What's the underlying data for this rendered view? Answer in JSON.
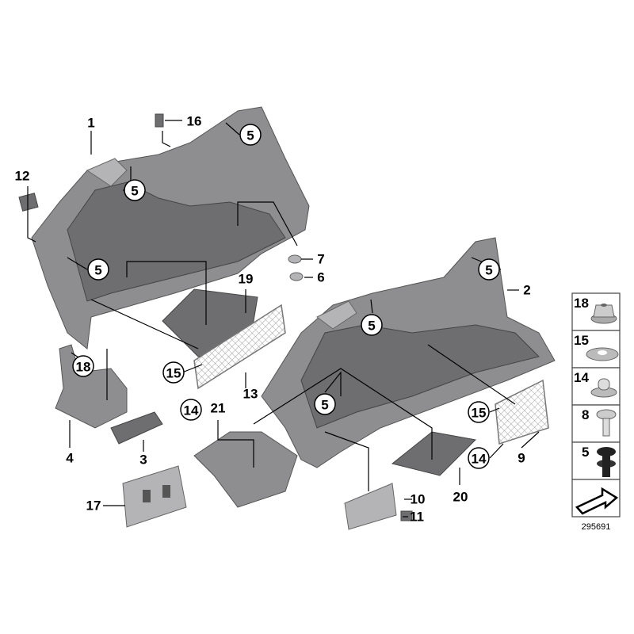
{
  "diagram_number": "295691",
  "labels": {
    "p1": "1",
    "p2": "2",
    "p3": "3",
    "p4": "4",
    "p5": "5",
    "p6": "6",
    "p7": "7",
    "p9": "9",
    "p10": "10",
    "p11": "11",
    "p12": "12",
    "p13": "13",
    "p14": "14",
    "p15": "15",
    "p16": "16",
    "p17": "17",
    "p18": "18",
    "p19": "19",
    "p20": "20",
    "p21": "21"
  },
  "legend": {
    "items": [
      {
        "number": "18",
        "icon": "flange-nut-icon"
      },
      {
        "number": "15",
        "icon": "speed-washer-icon"
      },
      {
        "number": "14",
        "icon": "clip-nut-icon"
      },
      {
        "number": "8",
        "icon": "push-rivet-light-icon"
      },
      {
        "number": "5",
        "icon": "push-rivet-dark-icon"
      },
      {
        "number": "",
        "icon": "direction-arrow-icon"
      }
    ]
  },
  "colors": {
    "part": "#8e8e90",
    "part_dark": "#6e6e70",
    "line": "#000000"
  }
}
